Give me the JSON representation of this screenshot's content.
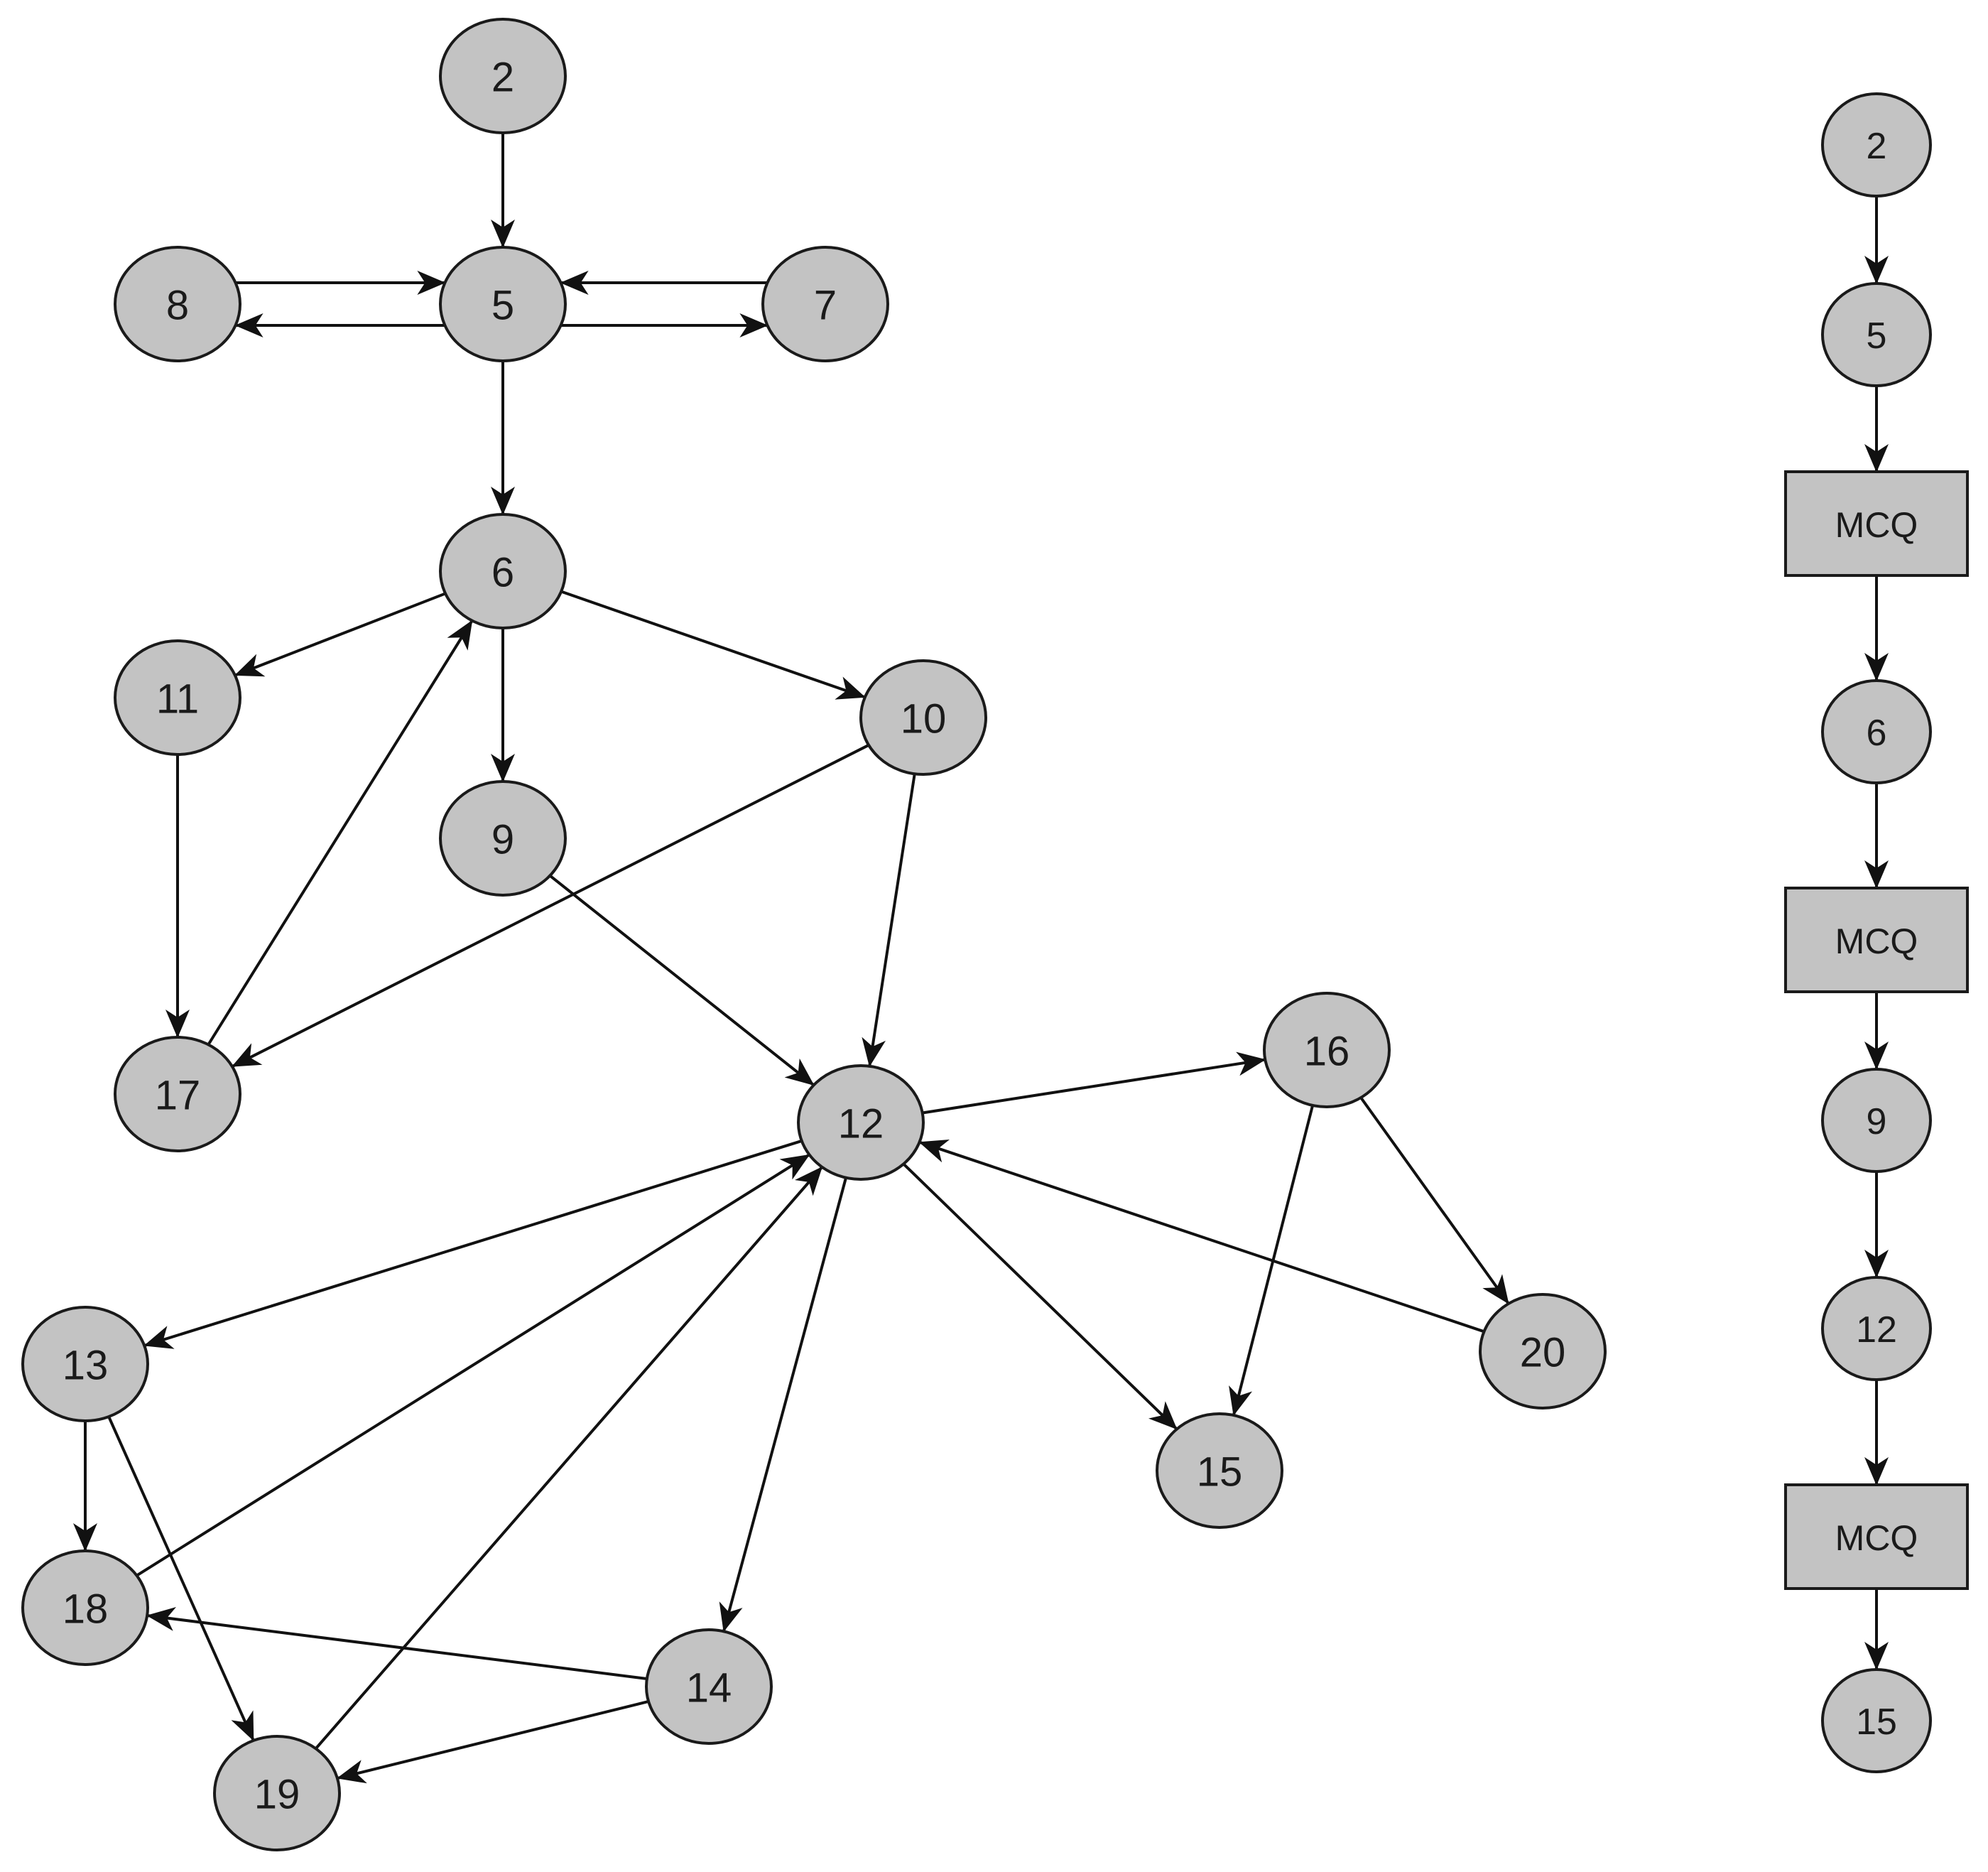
{
  "colors": {
    "node_fill": "#c3c3c3",
    "node_stroke": "#1a1a1a",
    "edge": "#111111",
    "background": "#ffffff"
  },
  "graph_left": {
    "nodes": [
      {
        "id": "n2",
        "label": "2"
      },
      {
        "id": "n5",
        "label": "5"
      },
      {
        "id": "n8",
        "label": "8"
      },
      {
        "id": "n7",
        "label": "7"
      },
      {
        "id": "n6",
        "label": "6"
      },
      {
        "id": "n11",
        "label": "11"
      },
      {
        "id": "n10",
        "label": "10"
      },
      {
        "id": "n9",
        "label": "9"
      },
      {
        "id": "n17",
        "label": "17"
      },
      {
        "id": "n12",
        "label": "12"
      },
      {
        "id": "n16",
        "label": "16"
      },
      {
        "id": "n20",
        "label": "20"
      },
      {
        "id": "n15",
        "label": "15"
      },
      {
        "id": "n13",
        "label": "13"
      },
      {
        "id": "n18",
        "label": "18"
      },
      {
        "id": "n14",
        "label": "14"
      },
      {
        "id": "n19",
        "label": "19"
      }
    ],
    "edges": [
      {
        "from": "n2",
        "to": "n5"
      },
      {
        "from": "n8",
        "to": "n5"
      },
      {
        "from": "n5",
        "to": "n8"
      },
      {
        "from": "n7",
        "to": "n5"
      },
      {
        "from": "n5",
        "to": "n7"
      },
      {
        "from": "n5",
        "to": "n6"
      },
      {
        "from": "n6",
        "to": "n11"
      },
      {
        "from": "n6",
        "to": "n9"
      },
      {
        "from": "n6",
        "to": "n10"
      },
      {
        "from": "n11",
        "to": "n17"
      },
      {
        "from": "n17",
        "to": "n6"
      },
      {
        "from": "n10",
        "to": "n17"
      },
      {
        "from": "n10",
        "to": "n12"
      },
      {
        "from": "n9",
        "to": "n12"
      },
      {
        "from": "n12",
        "to": "n16"
      },
      {
        "from": "n16",
        "to": "n15"
      },
      {
        "from": "n16",
        "to": "n20"
      },
      {
        "from": "n20",
        "to": "n12"
      },
      {
        "from": "n12",
        "to": "n15"
      },
      {
        "from": "n12",
        "to": "n13"
      },
      {
        "from": "n12",
        "to": "n14"
      },
      {
        "from": "n18",
        "to": "n12"
      },
      {
        "from": "n19",
        "to": "n12"
      },
      {
        "from": "n13",
        "to": "n18"
      },
      {
        "from": "n13",
        "to": "n19"
      },
      {
        "from": "n14",
        "to": "n18"
      },
      {
        "from": "n14",
        "to": "n19"
      }
    ]
  },
  "graph_right": {
    "nodes": [
      {
        "id": "r2",
        "label": "2",
        "shape": "ellipse"
      },
      {
        "id": "r5",
        "label": "5",
        "shape": "ellipse"
      },
      {
        "id": "rmcq1",
        "label": "MCQ",
        "shape": "rect"
      },
      {
        "id": "r6",
        "label": "6",
        "shape": "ellipse"
      },
      {
        "id": "rmcq2",
        "label": "MCQ",
        "shape": "rect"
      },
      {
        "id": "r9",
        "label": "9",
        "shape": "ellipse"
      },
      {
        "id": "r12",
        "label": "12",
        "shape": "ellipse"
      },
      {
        "id": "rmcq3",
        "label": "MCQ",
        "shape": "rect"
      },
      {
        "id": "r15",
        "label": "15",
        "shape": "ellipse"
      }
    ],
    "edges": [
      {
        "from": "r2",
        "to": "r5"
      },
      {
        "from": "r5",
        "to": "rmcq1"
      },
      {
        "from": "rmcq1",
        "to": "r6"
      },
      {
        "from": "r6",
        "to": "rmcq2"
      },
      {
        "from": "rmcq2",
        "to": "r9"
      },
      {
        "from": "r9",
        "to": "r12"
      },
      {
        "from": "r12",
        "to": "rmcq3"
      },
      {
        "from": "rmcq3",
        "to": "r15"
      }
    ]
  }
}
